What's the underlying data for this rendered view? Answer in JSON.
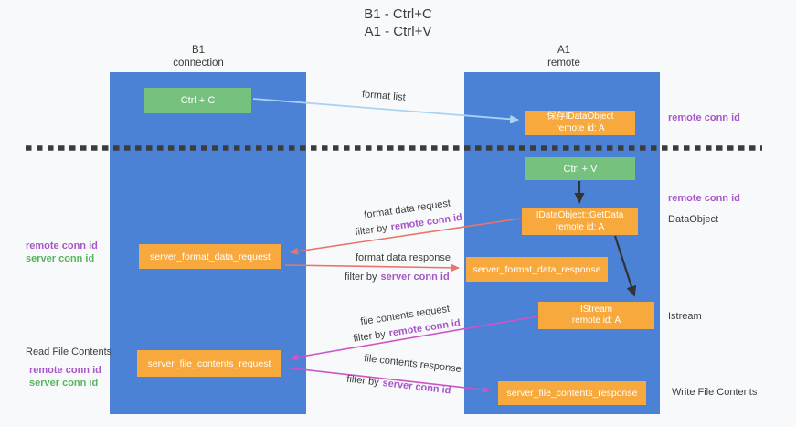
{
  "title": {
    "line1": "B1 - Ctrl+C",
    "line2": "A1 - Ctrl+V"
  },
  "lanes": {
    "left": {
      "name": "B1",
      "role": "connection"
    },
    "right": {
      "name": "A1",
      "role": "remote"
    }
  },
  "boxes": {
    "ctrl_c": {
      "label": "Ctrl + C"
    },
    "ctrl_v": {
      "label": "Ctrl + V"
    },
    "save_dataobject": {
      "line1": "保存IDataObject",
      "line2": "remote id: A"
    },
    "getdata": {
      "line1": "IDataObject::GetData",
      "line2": "remote id: A"
    },
    "istream": {
      "line1": "IStream",
      "line2": "remote id: A"
    },
    "format_request": {
      "label": "server_format_data_request"
    },
    "format_response": {
      "label": "server_format_data_response"
    },
    "file_request": {
      "label": "server_file_contents_request"
    },
    "file_response": {
      "label": "server_file_contents_response"
    }
  },
  "arrows": {
    "format_list": {
      "label": "format list"
    },
    "format_data_request": {
      "label": "format data request",
      "filter_prefix": "filter by",
      "filter_key": "remote conn id"
    },
    "format_data_response": {
      "label": "format data response",
      "filter_prefix": "filter by",
      "filter_key": "server conn id"
    },
    "file_contents_request": {
      "label": "file contents request",
      "filter_prefix": "filter by",
      "filter_key": "remote conn id"
    },
    "file_contents_response": {
      "label": "file contents response",
      "filter_prefix": "filter by",
      "filter_key": "server conn id"
    }
  },
  "side_labels": {
    "right_remote_conn_top": "remote conn id",
    "right_remote_conn_mid": "remote conn id",
    "right_dataobject": "DataObject",
    "right_istream": "Istream",
    "right_write_file": "Write File Contents",
    "left_remote_conn_top": "remote conn id",
    "left_server_conn_top": "server conn id",
    "left_read_file": "Read File Contents",
    "left_remote_conn_bottom": "remote conn id",
    "left_server_conn_bottom": "server conn id"
  },
  "colors": {
    "lane_blue": "#4c82d6",
    "box_green": "#76c17d",
    "box_orange": "#f7a93e",
    "arrow_light_blue": "#a9d3f2",
    "arrow_red": "#e8756b",
    "arrow_magenta": "#cf52c7",
    "arrow_black": "#333333",
    "label_purple": "#a757c8",
    "label_green": "#56b55e"
  }
}
